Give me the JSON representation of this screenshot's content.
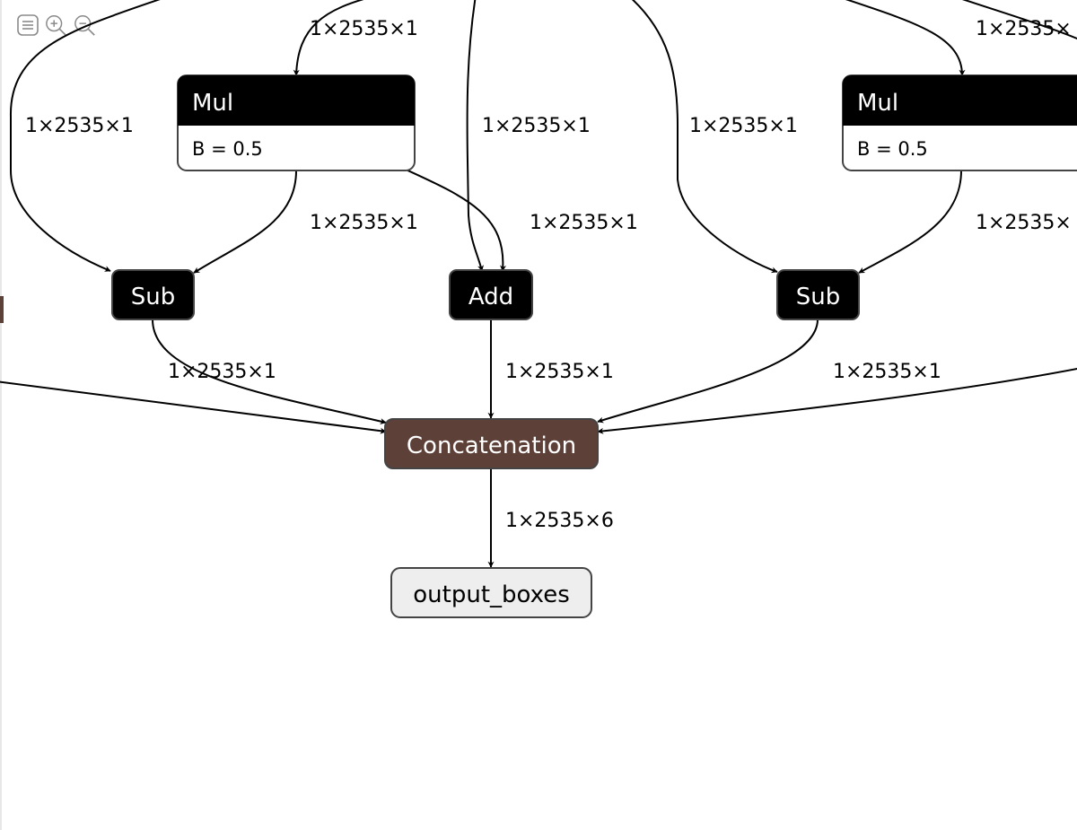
{
  "toolbar": {
    "icons": [
      "menu-icon",
      "zoom-in-icon",
      "zoom-out-icon"
    ]
  },
  "colors": {
    "op_node": "#000000",
    "concat_node": "#5d4037",
    "output_node": "#eeeeee",
    "edge": "#000000",
    "node_border": "#444444"
  },
  "nodes": {
    "mul_left": {
      "title": "Mul",
      "attr": "B = 0.5"
    },
    "mul_right": {
      "title": "Mul",
      "attr": "B = 0.5"
    },
    "sub_left": {
      "title": "Sub"
    },
    "add": {
      "title": "Add"
    },
    "sub_right": {
      "title": "Sub"
    },
    "concat": {
      "title": "Concatenation"
    },
    "output": {
      "title": "output_boxes"
    }
  },
  "edge_labels": {
    "top_mid_left": "1×2535×1",
    "top_right": "1×2535×",
    "left_to_sub": "1×2535×1",
    "mid_to_add": "1×2535×1",
    "right_to_sub": "1×2535×1",
    "mul_left_to_sub": "1×2535×1",
    "mul_left_to_add": "1×2535×1",
    "mul_right_out": "1×2535×",
    "sub_left_to_concat": "1×2535×1",
    "add_to_concat": "1×2535×1",
    "sub_right_to_concat": "1×2535×1",
    "concat_to_output": "1×2535×6"
  }
}
